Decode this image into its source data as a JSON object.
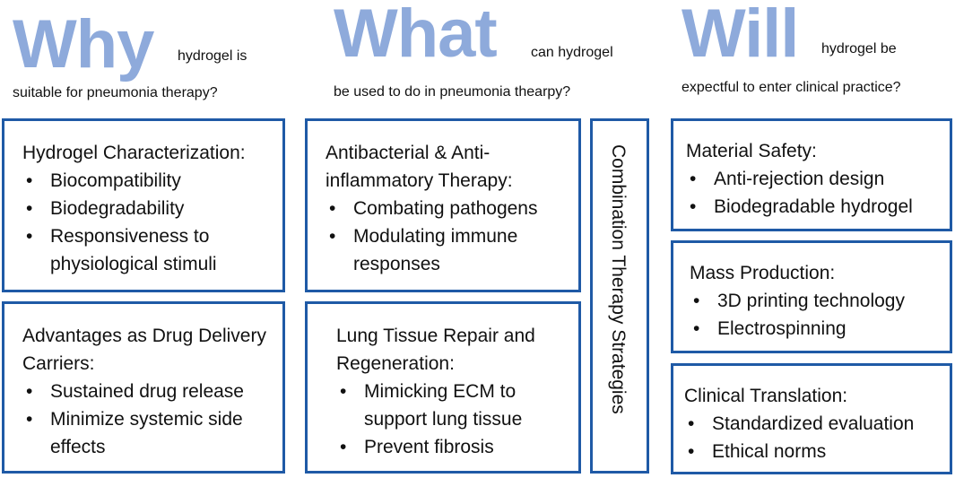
{
  "columns": [
    {
      "keyword": "Why",
      "rest_line1": "hydrogel is",
      "rest_line2": "suitable for pneumonia therapy?",
      "boxes": [
        {
          "heading": "Hydrogel Characterization:",
          "items": [
            "Biocompatibility",
            "Biodegradability",
            "Responsiveness to physiological stimuli"
          ]
        },
        {
          "heading": "Advantages as Drug Delivery Carriers:",
          "items": [
            "Sustained drug release",
            "Minimize systemic side effects"
          ]
        }
      ]
    },
    {
      "keyword": "What",
      "rest_line1": "can hydrogel",
      "rest_line2": "be used to do in pneumonia thearpy?",
      "boxes": [
        {
          "heading": "Antibacterial & Anti-inflammatory Therapy:",
          "items": [
            "Combating pathogens",
            "Modulating immune responses"
          ]
        },
        {
          "heading": "Lung Tissue Repair and Regeneration:",
          "items": [
            "Mimicking ECM to support lung tissue",
            "Prevent fibrosis"
          ]
        }
      ],
      "vertical_label": "Combination Therapy Strategies"
    },
    {
      "keyword": "Will",
      "rest_line1": "hydrogel be",
      "rest_line2": "expectful to enter clinical practice?",
      "boxes": [
        {
          "heading": "Material Safety:",
          "items": [
            "Anti-rejection design",
            "Biodegradable hydrogel"
          ]
        },
        {
          "heading": "Mass Production:",
          "items": [
            "3D printing technology",
            "Electrospinning"
          ]
        },
        {
          "heading": "Clinical Translation:",
          "items": [
            "Standardized evaluation",
            "Ethical norms"
          ]
        }
      ]
    }
  ],
  "colors": {
    "keyword": "#8eaadb",
    "border": "#1f5aa6",
    "text": "#111111"
  }
}
